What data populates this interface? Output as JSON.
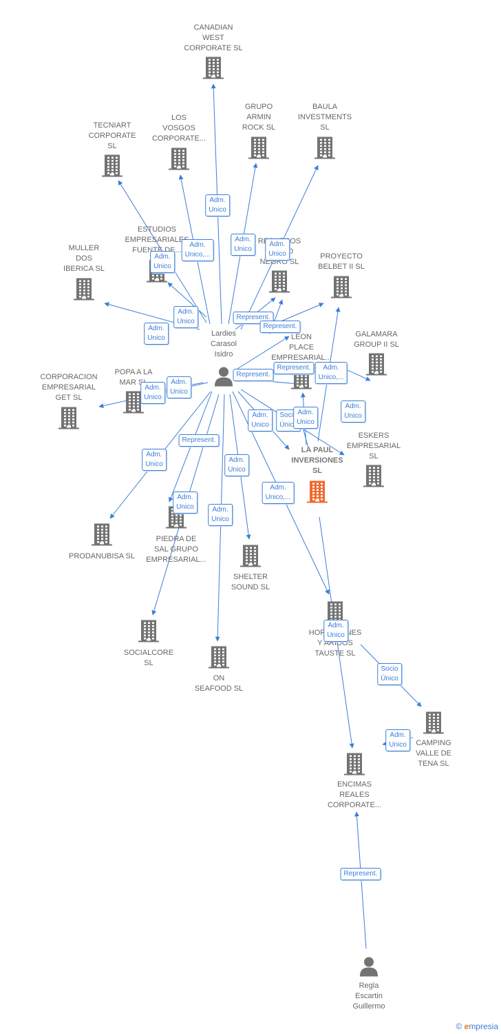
{
  "nodes": {
    "canadian": {
      "label": "CANADIAN\nWEST\nCORPORATE SL",
      "kind": "company"
    },
    "tecniart": {
      "label": "TECNIART\nCORPORATE\nSL",
      "kind": "company"
    },
    "vosgos": {
      "label": "LOS\nVOSGOS\nCORPORATE...",
      "kind": "company"
    },
    "grupo_armin": {
      "label": "GRUPO\nARMIN\nROCK  SL",
      "kind": "company"
    },
    "baula": {
      "label": "BAULA\nINVESTMENTS\nSL",
      "kind": "company"
    },
    "estudios": {
      "label": "ESTUDIOS\nEMPRESARIALES\nFUENTE DE...",
      "kind": "company"
    },
    "muller": {
      "label": "MULLER\nDOS\nIBERICA  SL",
      "kind": "company"
    },
    "negro": {
      "label": "RECURSOS\nCAMPO\nNEGRO  SL",
      "kind": "company"
    },
    "belbet": {
      "label": "PROYECTO\nBELBET II  SL",
      "kind": "company"
    },
    "galamara": {
      "label": "GALAMARA\nGROUP II  SL",
      "kind": "company"
    },
    "leon": {
      "label": "LEON\nPLACE\nEMPRESARIAL...",
      "kind": "company"
    },
    "corporacion": {
      "label": "CORPORACION\nEMPRESARIAL\nGET  SL",
      "kind": "company"
    },
    "popa": {
      "label": "POPA A LA\nMAR  SL",
      "kind": "company"
    },
    "eskers": {
      "label": "ESKERS\nEMPRESARIAL\nSL",
      "kind": "company"
    },
    "lapaul": {
      "label": "LA PAUL\nINVERSIONES\nSL",
      "kind": "focus"
    },
    "prodanubisa": {
      "label": "PRODANUBISA SL",
      "kind": "company"
    },
    "piedra": {
      "label": "PIEDRA DE\nSAL GRUPO\nEMPRESARIAL...",
      "kind": "company"
    },
    "shelter": {
      "label": "SHELTER\nSOUND  SL",
      "kind": "company"
    },
    "hormigones": {
      "label": "HORMIGONES\nY ARIDOS\nTAUSTE  SL",
      "kind": "company"
    },
    "socialcore": {
      "label": "SOCIALCORE\nSL",
      "kind": "company"
    },
    "onseafood": {
      "label": "ON\nSEAFOOD  SL",
      "kind": "company"
    },
    "camping": {
      "label": "CAMPING\nVALLE DE\nTENA SL",
      "kind": "company"
    },
    "encimas": {
      "label": "ENCIMAS\nREALES\nCORPORATE...",
      "kind": "company"
    },
    "lardies": {
      "label": "Lardies\nCarasol\nIsidro",
      "kind": "person"
    },
    "regla": {
      "label": "Regla\nEscartin\nGuillermo",
      "kind": "person"
    }
  },
  "edge_labels": [
    {
      "id": "e1",
      "text": "Adm.\nUnico"
    },
    {
      "id": "e2",
      "text": "Adm.\nUnico"
    },
    {
      "id": "e3",
      "text": "Adm.\nUnico,..."
    },
    {
      "id": "e4",
      "text": "Adm.\nUnico"
    },
    {
      "id": "e5",
      "text": "Adm.\nUnico"
    },
    {
      "id": "e6",
      "text": "Adm.\nUnico"
    },
    {
      "id": "e7",
      "text": "Adm.\nUnico"
    },
    {
      "id": "e8",
      "text": "Represent."
    },
    {
      "id": "e9",
      "text": "Represent."
    },
    {
      "id": "e10",
      "text": "Represent."
    },
    {
      "id": "e11",
      "text": "Represent."
    },
    {
      "id": "e12",
      "text": "Adm.\nUnico,..."
    },
    {
      "id": "e13",
      "text": "Adm.\nUnico"
    },
    {
      "id": "e14",
      "text": "Adm.\nUnico"
    },
    {
      "id": "e15",
      "text": "Adm.\nUnico"
    },
    {
      "id": "e16",
      "text": "Socio\nÚnico"
    },
    {
      "id": "e17",
      "text": "Adm.\nUnico"
    },
    {
      "id": "e18",
      "text": "Adm.\nUnico"
    },
    {
      "id": "e19",
      "text": "Represent."
    },
    {
      "id": "e20",
      "text": "Adm.\nUnico"
    },
    {
      "id": "e21",
      "text": "Adm.\nUnico"
    },
    {
      "id": "e22",
      "text": "Adm.\nUnico"
    },
    {
      "id": "e23",
      "text": "Adm.\nUnico"
    },
    {
      "id": "e24",
      "text": "Adm.\nUnico,..."
    },
    {
      "id": "e25",
      "text": "Adm.\nUnico"
    },
    {
      "id": "e26",
      "text": "Socio\nÚnico"
    },
    {
      "id": "e27",
      "text": "Adm.\nUnico"
    },
    {
      "id": "e28",
      "text": "Represent."
    }
  ],
  "colors": {
    "edge": "#3b7dd8",
    "company": "#737373",
    "focus": "#f06a2e",
    "person": "#737373"
  },
  "footer": {
    "copyright": "©",
    "brand_initial": "e",
    "brand": "mpresia"
  }
}
